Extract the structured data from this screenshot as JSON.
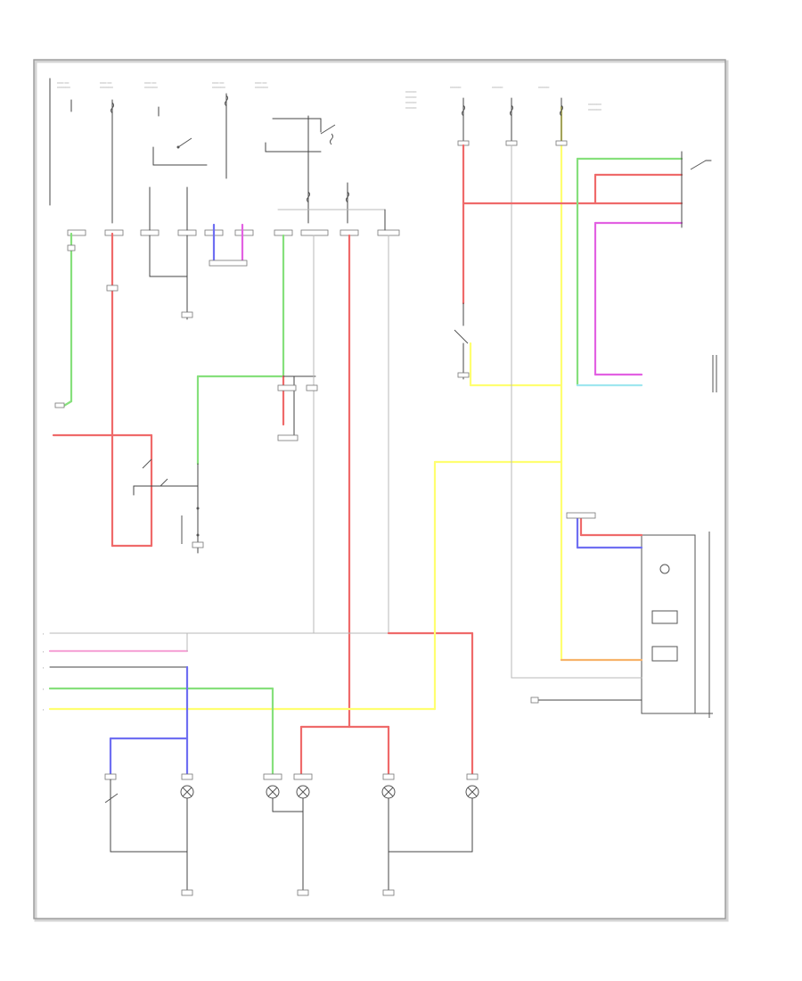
{
  "page_label": "",
  "wire_colors": {
    "red": "#ef6a6a",
    "green": "#86e07c",
    "yellow": "#ffff70",
    "blue": "#6f6ff2",
    "pink": "#f6a7d8",
    "magenta": "#e261e2",
    "cyan": "#9fe7ef",
    "orange": "#f7b36a",
    "black": "#444444"
  },
  "fuses": [
    {
      "id": "fuse-1",
      "label": ""
    },
    {
      "id": "fuse-2",
      "label": ""
    },
    {
      "id": "fuse-3",
      "label": ""
    },
    {
      "id": "fuse-4",
      "label": ""
    },
    {
      "id": "fuse-5",
      "label": ""
    },
    {
      "id": "fuse-6",
      "label": ""
    },
    {
      "id": "fuse-7",
      "label": ""
    }
  ],
  "lamps": [
    {
      "id": "lamp-1"
    },
    {
      "id": "lamp-2"
    },
    {
      "id": "lamp-3"
    },
    {
      "id": "lamp-4"
    },
    {
      "id": "lamp-5"
    },
    {
      "id": "lamp-6"
    }
  ],
  "grounds": [
    {
      "id": "ground-1"
    },
    {
      "id": "ground-2"
    },
    {
      "id": "ground-3"
    },
    {
      "id": "ground-4"
    },
    {
      "id": "ground-5"
    }
  ]
}
